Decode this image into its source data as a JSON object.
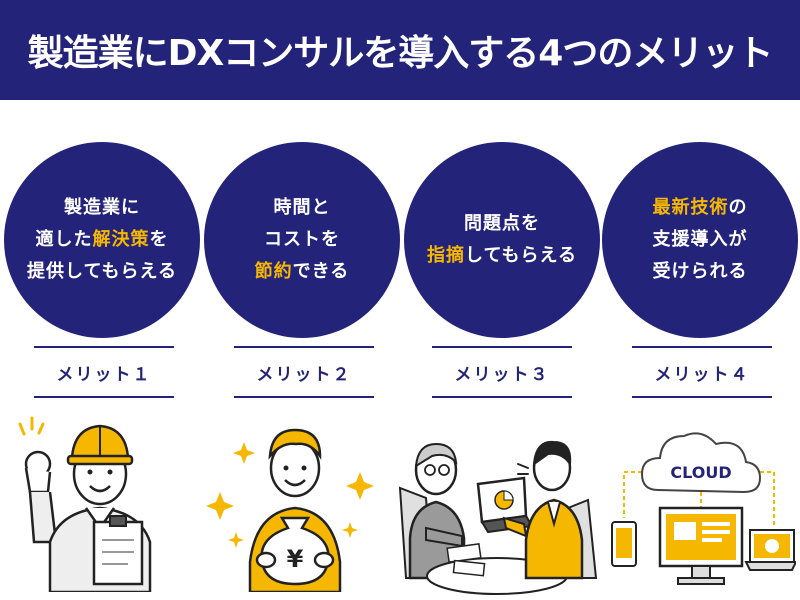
{
  "header": {
    "title": "製造業にDXコンサルを導入する4つのメリット"
  },
  "merits": [
    {
      "lines": [
        [
          {
            "t": "製造業に",
            "hl": false
          }
        ],
        [
          {
            "t": "適した",
            "hl": false
          },
          {
            "t": "解決策",
            "hl": true
          },
          {
            "t": "を",
            "hl": false
          }
        ],
        [
          {
            "t": "提供してもらえる",
            "hl": false
          }
        ]
      ],
      "label": "メリット１",
      "illustration": "worker-with-clipboard"
    },
    {
      "lines": [
        [
          {
            "t": "時間と",
            "hl": false
          }
        ],
        [
          {
            "t": "コストを",
            "hl": false
          }
        ],
        [
          {
            "t": "節約",
            "hl": true
          },
          {
            "t": "できる",
            "hl": false
          }
        ]
      ],
      "label": "メリット２",
      "illustration": "man-with-money-bag"
    },
    {
      "lines": [
        [
          {
            "t": "問題点を",
            "hl": false
          }
        ],
        [
          {
            "t": "指摘",
            "hl": true
          },
          {
            "t": "してもらえる",
            "hl": false
          }
        ]
      ],
      "label": "メリット３",
      "illustration": "consultation-meeting"
    },
    {
      "lines": [
        [
          {
            "t": "最新技術",
            "hl": true
          },
          {
            "t": "の",
            "hl": false
          }
        ],
        [
          {
            "t": "支援導入が",
            "hl": false
          }
        ],
        [
          {
            "t": "受けられる",
            "hl": false
          }
        ]
      ],
      "label": "メリット４",
      "illustration": "cloud-devices"
    }
  ],
  "cloud_label": "CLOUD",
  "yen_symbol": "¥",
  "colors": {
    "navy": "#23237a",
    "accent": "#f5b700",
    "white": "#ffffff"
  }
}
